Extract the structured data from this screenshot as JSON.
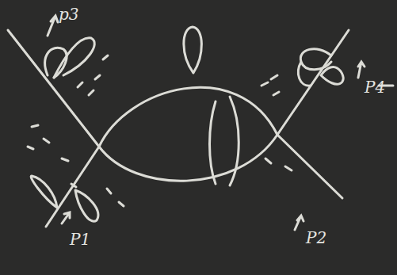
{
  "diagram": {
    "labels": [
      "p3",
      "P4",
      "P1",
      "P2"
    ]
  }
}
